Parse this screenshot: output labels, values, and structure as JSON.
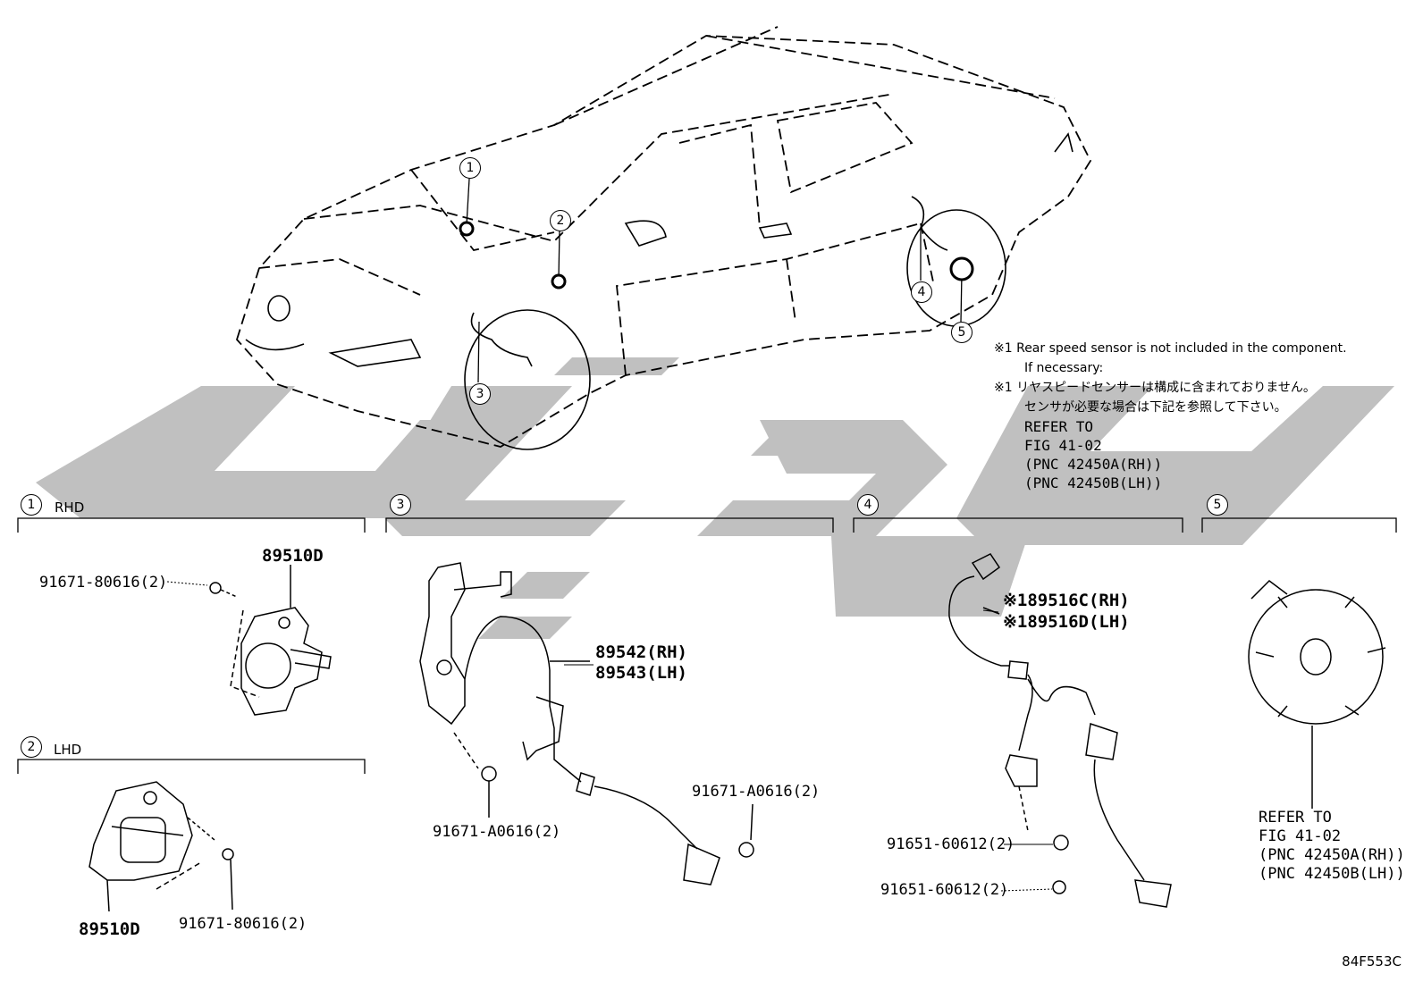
{
  "watermark": {
    "text": "SNVSt",
    "color": "#bdbdbd"
  },
  "callouts": [
    "1",
    "2",
    "3",
    "4",
    "5"
  ],
  "sections": [
    {
      "num": "1",
      "tag": "RHD"
    },
    {
      "num": "2",
      "tag": "LHD"
    },
    {
      "num": "3",
      "tag": ""
    },
    {
      "num": "4",
      "tag": ""
    },
    {
      "num": "5",
      "tag": ""
    }
  ],
  "note": {
    "mark": "※1",
    "en_line1": "Rear speed sensor is not included in the component.",
    "en_line2": "If necessary:",
    "jp_line1": "リヤスピードセンサーは構成に含まれておりません。",
    "jp_line2": "センサが必要な場合は下記を参照して下さい。",
    "ref1": "REFER TO",
    "ref2": "FIG 41-02",
    "ref3": "(PNC 42450A(RH))",
    "ref4": "(PNC 42450B(LH))"
  },
  "parts": {
    "rhd_bolt": "91671-80616(2)",
    "rhd_sensor": "89510D",
    "lhd_sensor": "89510D",
    "lhd_bolt": "91671-80616(2)",
    "front_sensor_rh": "89542(RH)",
    "front_sensor_lh": "89543(LH)",
    "front_bolt_a": "91671-A0616(2)",
    "front_bolt_b": "91671-A0616(2)",
    "rear_sensor_rh": "※189516C(RH)",
    "rear_sensor_lh": "※189516D(LH)",
    "rear_bolt_a": "91651-60612(2)",
    "rear_bolt_b": "91651-60612(2)",
    "hub_ref1": "REFER TO",
    "hub_ref2": "FIG 41-02",
    "hub_ref3": "(PNC 42450A(RH))",
    "hub_ref4": "(PNC 42450B(LH))"
  },
  "figure_code": "84F553C"
}
